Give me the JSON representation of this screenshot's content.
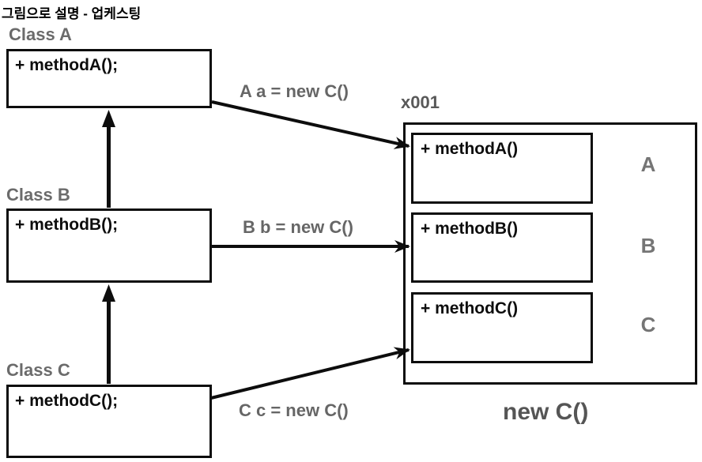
{
  "title": "그림으로 설명 - 업케스팅",
  "classes": [
    {
      "label": "Class A",
      "method": "+ methodA();"
    },
    {
      "label": "Class B",
      "method": "+ methodB();"
    },
    {
      "label": "Class C",
      "method": "+ methodC();"
    }
  ],
  "assignments": [
    {
      "label": "A a = new C()"
    },
    {
      "label": "B b = new C()"
    },
    {
      "label": "C c = new C()"
    }
  ],
  "instance": {
    "address": "x001",
    "caption": "new C()",
    "slots": [
      {
        "method": "+ methodA()",
        "origin": "A"
      },
      {
        "method": "+ methodB()",
        "origin": "B"
      },
      {
        "method": "+ methodC()",
        "origin": "C"
      }
    ]
  },
  "colors": {
    "ink": "#0d0d0d",
    "muted_label": "#6b6b6b",
    "caption_gray": "#555555"
  }
}
